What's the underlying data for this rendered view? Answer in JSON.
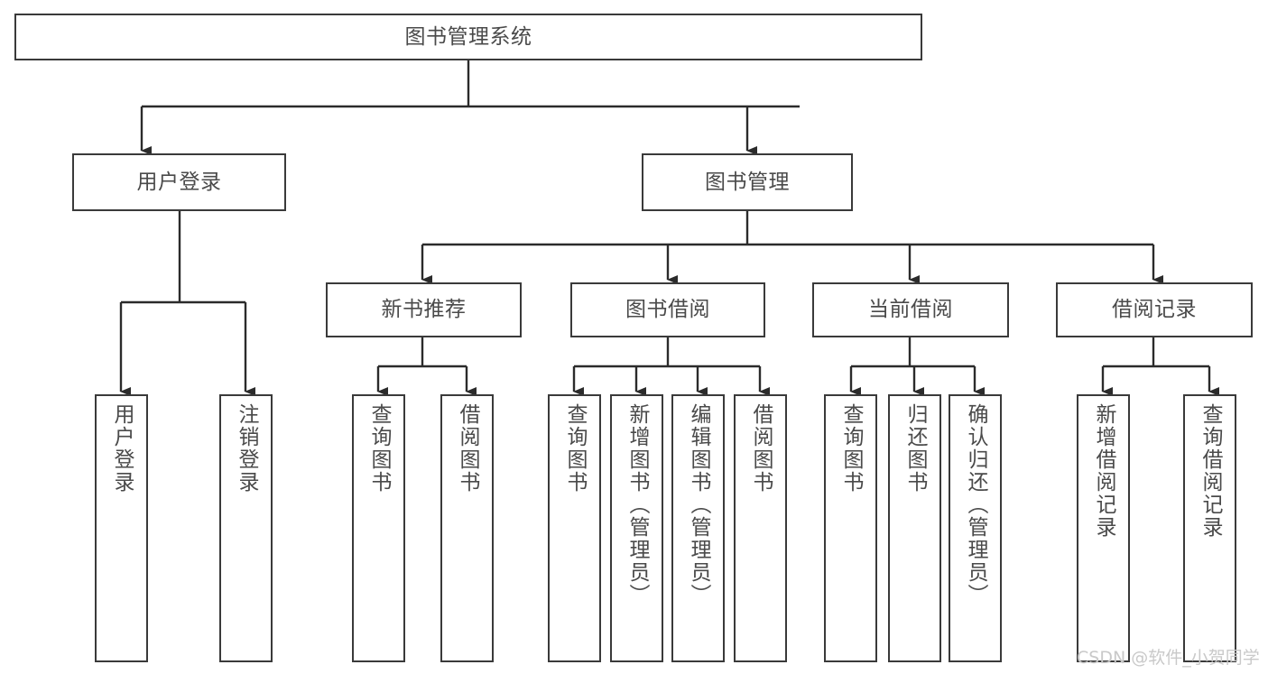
{
  "diagram": {
    "title": "图书管理系统",
    "type": "tree-hierarchy-diagram",
    "colors": {
      "box_border": "#3a3a3a",
      "box_fill": "#ffffff",
      "connector": "#2b2b2b",
      "text": "#4a4a4a",
      "watermark": "#c9c9c9",
      "background": "#ffffff"
    },
    "nodes": {
      "root": {
        "label": "图书管理系统"
      },
      "level1": [
        {
          "label": "用户登录"
        },
        {
          "label": "图书管理"
        }
      ],
      "level2": [
        {
          "label": "新书推荐"
        },
        {
          "label": "图书借阅"
        },
        {
          "label": "当前借阅"
        },
        {
          "label": "借阅记录"
        }
      ],
      "leaves": {
        "user_login": [
          {
            "label": "用户登录"
          },
          {
            "label": "注销登录"
          }
        ],
        "new_book_recommend": [
          {
            "label": "查询图书"
          },
          {
            "label": "借阅图书"
          }
        ],
        "book_borrow": [
          {
            "label": "查询图书"
          },
          {
            "label": "新增图书（管理员）"
          },
          {
            "label": "编辑图书（管理员）"
          },
          {
            "label": "借阅图书"
          }
        ],
        "current_borrow": [
          {
            "label": "查询图书"
          },
          {
            "label": "归还图书"
          },
          {
            "label": "确认归还（管理员）"
          }
        ],
        "borrow_record": [
          {
            "label": "新增借阅记录"
          },
          {
            "label": "查询借阅记录"
          }
        ]
      }
    },
    "watermark": "CSDN @软件_小贺同学"
  }
}
